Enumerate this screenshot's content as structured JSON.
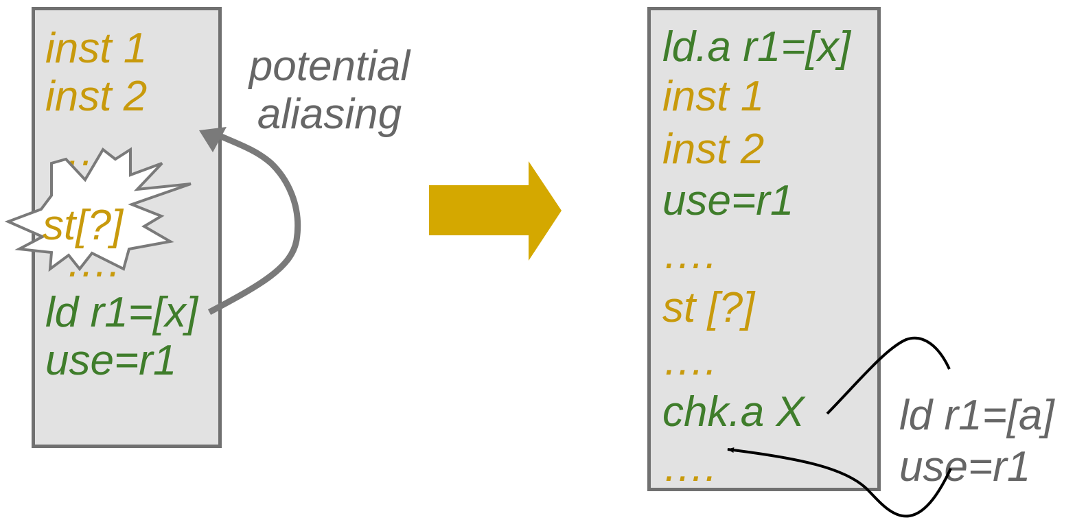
{
  "colors": {
    "orange": "#c89a0c",
    "green": "#3f7d2b",
    "gray_text": "#666666",
    "box_fill": "#e2e2e2",
    "box_border": "#707070",
    "big_arrow": "#d4a800"
  },
  "left": {
    "lines": [
      {
        "text": "inst 1",
        "color": "orange"
      },
      {
        "text": "inst 2",
        "color": "orange"
      },
      {
        "text": "….",
        "color": "orange"
      },
      {
        "text": "st[?]",
        "color": "orange"
      },
      {
        "text": "….",
        "color": "orange"
      },
      {
        "text": "ld r1=[x]",
        "color": "green"
      },
      {
        "text": "use=r1",
        "color": "green"
      }
    ],
    "annotation": [
      "potential",
      "aliasing"
    ]
  },
  "right": {
    "lines": [
      {
        "text": "ld.a r1=[x]",
        "color": "green"
      },
      {
        "text": "inst 1",
        "color": "orange"
      },
      {
        "text": "inst 2",
        "color": "orange"
      },
      {
        "text": "use=r1",
        "color": "green"
      },
      {
        "text": "….",
        "color": "orange"
      },
      {
        "text": "st [?]",
        "color": "orange"
      },
      {
        "text": "….",
        "color": "orange"
      },
      {
        "text": "chk.a X",
        "color": "green"
      },
      {
        "text": "….",
        "color": "orange"
      }
    ],
    "recovery": [
      "ld r1=[a]",
      "use=r1"
    ]
  },
  "icons": {
    "starburst": "explosion-starburst-icon",
    "transform_arrow": "right-arrow-icon"
  }
}
